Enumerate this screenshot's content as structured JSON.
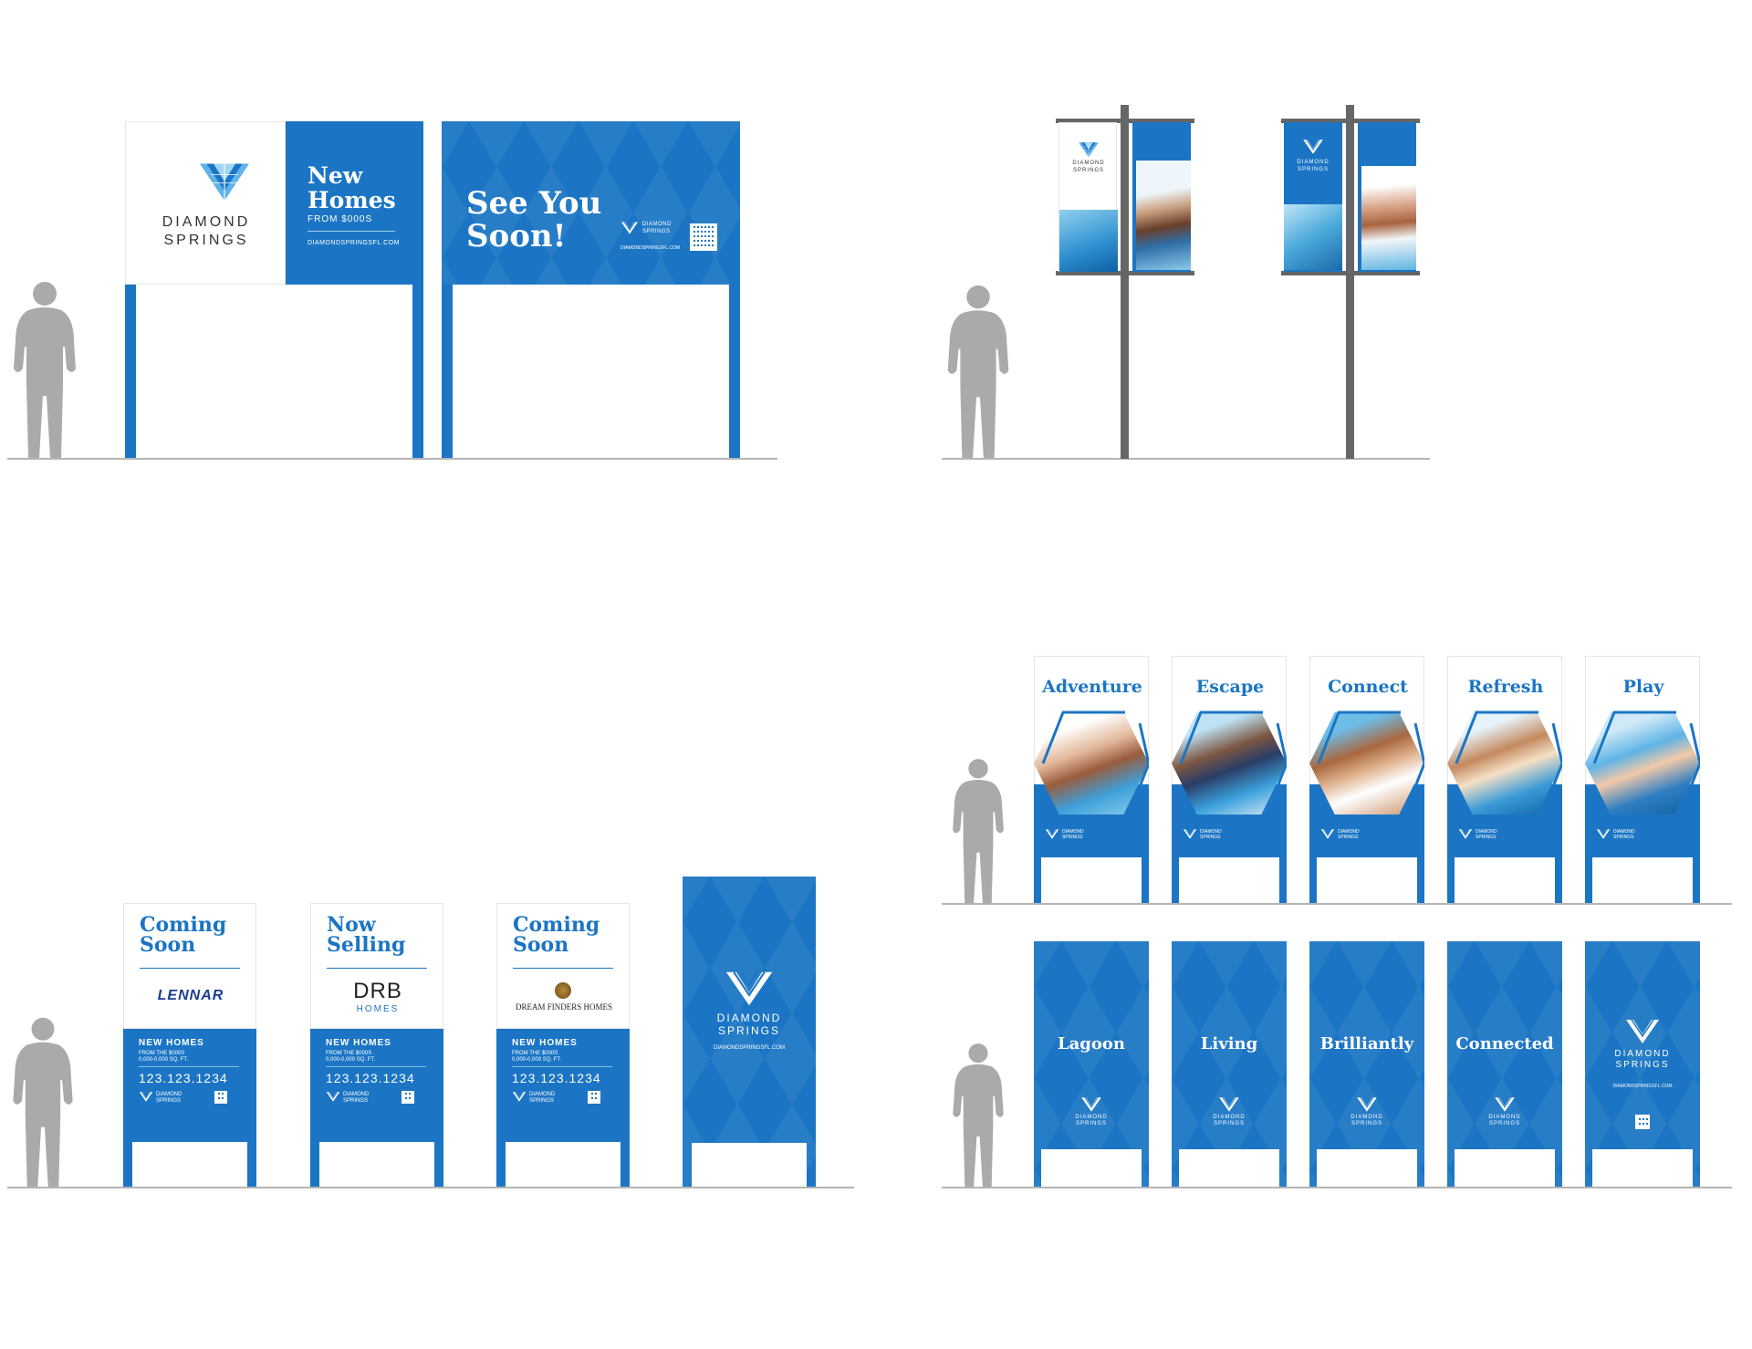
{
  "brand": {
    "name_line1": "DIAMOND",
    "name_line2": "SPRINGS",
    "website": "DIAMONDSPRINGSFL.COM",
    "blue": "#1b75c4",
    "pole_gray": "#666666",
    "silhouette_gray": "#aaaaaa"
  },
  "billboard": {
    "headline_line1": "New",
    "headline_line2": "Homes",
    "price": "FROM $000S",
    "website": "DIAMONDSPRINGSFL.COM",
    "second_line1": "See You",
    "second_line2": "Soon!",
    "second_website": "DIAMONDSPRINGSFL.COM"
  },
  "builder_signs": [
    {
      "status_line1": "Coming",
      "status_line2": "Soon",
      "builder": "LENNAR",
      "label": "NEW HOMES",
      "price": "FROM THE $000S",
      "size": "0,000-0,000 SQ. FT.",
      "phone": "123.123.1234"
    },
    {
      "status_line1": "Now",
      "status_line2": "Selling",
      "builder": "DRB",
      "builder_sub": "HOMES",
      "label": "NEW HOMES",
      "price": "FROM THE $000S",
      "size": "0,000-0,000 SQ. FT.",
      "phone": "123.123.1234"
    },
    {
      "status_line1": "Coming",
      "status_line2": "Soon",
      "builder": "DREAM FINDERS HOMES",
      "label": "NEW HOMES",
      "price": "FROM THE $000S",
      "size": "0,000-0,000 SQ. FT.",
      "phone": "123.123.1234"
    }
  ],
  "brand_panel": {
    "website": "DIAMONDSPRINGSFL.COM"
  },
  "photo_panels": [
    "Adventure",
    "Escape",
    "Connect",
    "Refresh",
    "Play"
  ],
  "word_panels": [
    "Lagoon",
    "Living",
    "Brilliantly",
    "Connected"
  ],
  "word_panel_last_website": "DIAMONDSPRINGSFL.COM"
}
